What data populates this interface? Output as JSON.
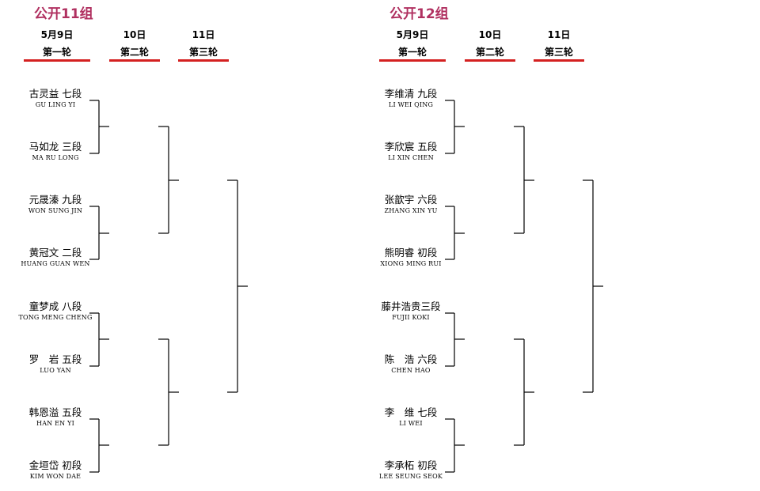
{
  "groups": [
    {
      "title": "公开11组",
      "columns": [
        {
          "date": "5月9日",
          "round": "第一轮"
        },
        {
          "date": "10日",
          "round": "第二轮"
        },
        {
          "date": "11日",
          "round": "第三轮"
        }
      ],
      "players": [
        {
          "name": "古灵益 七段",
          "romanized": "GU LING YI"
        },
        {
          "name": "马如龙 三段",
          "romanized": "MA RU LONG"
        },
        {
          "name": "元晟溱 九段",
          "romanized": "WON SUNG JIN"
        },
        {
          "name": "黄冠文 二段",
          "romanized": "HUANG GUAN WEN"
        },
        {
          "name": "童梦成 八段",
          "romanized": "TONG MENG CHENG"
        },
        {
          "name": "罗　岩 五段",
          "romanized": "LUO YAN"
        },
        {
          "name": "韩恩溢 五段",
          "romanized": "HAN EN YI"
        },
        {
          "name": "金垣岱 初段",
          "romanized": "KIM WON DAE"
        }
      ]
    },
    {
      "title": "公开12组",
      "columns": [
        {
          "date": "5月9日",
          "round": "第一轮"
        },
        {
          "date": "10日",
          "round": "第二轮"
        },
        {
          "date": "11日",
          "round": "第三轮"
        }
      ],
      "players": [
        {
          "name": "李维清 九段",
          "romanized": "LI WEI QING"
        },
        {
          "name": "李欣宸 五段",
          "romanized": "LI XIN CHEN"
        },
        {
          "name": "张歆宇 六段",
          "romanized": "ZHANG XIN YU"
        },
        {
          "name": "熊明睿 初段",
          "romanized": "XIONG MING RUI"
        },
        {
          "name": "藤井浩贵三段",
          "romanized": "FUJII  KOKI"
        },
        {
          "name": "陈　浩 六段",
          "romanized": "CHEN HAO"
        },
        {
          "name": "李　维 七段",
          "romanized": "LI WEI"
        },
        {
          "name": "李承柘 初段",
          "romanized": "LEE SEUNG SEOK"
        }
      ]
    }
  ]
}
